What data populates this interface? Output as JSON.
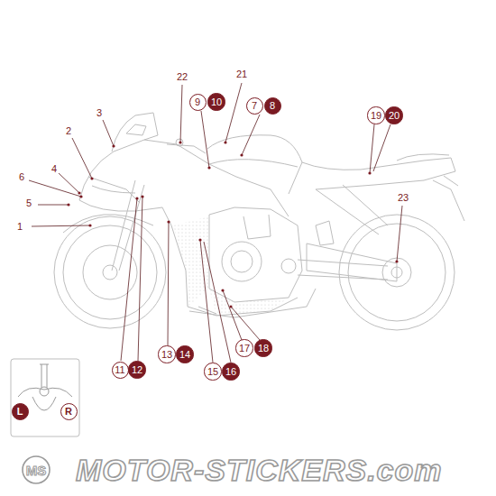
{
  "diagram": {
    "nodes": [
      {
        "text": [
          "9"
        ]
      },
      {
        "text": [
          "10"
        ]
      },
      {
        "text": [
          "7"
        ]
      },
      {
        "text": [
          "8"
        ]
      },
      {
        "text": [
          "19"
        ]
      },
      {
        "text": [
          "20"
        ]
      },
      {
        "text": [
          "11"
        ]
      },
      {
        "text": [
          "12"
        ]
      },
      {
        "text": [
          "13"
        ]
      },
      {
        "text": [
          "14"
        ]
      },
      {
        "text": [
          "15"
        ]
      },
      {
        "text": [
          "16"
        ]
      },
      {
        "text": [
          "17"
        ]
      },
      {
        "text": [
          "18"
        ]
      },
      {
        "text": [
          "L"
        ]
      },
      {
        "text": [
          "R"
        ]
      }
    ],
    "labels": [
      "22",
      "21",
      "3",
      "2",
      "6",
      "4",
      "5",
      "1",
      "23",
      "MS",
      "MOTOR-STICKERS.com"
    ]
  }
}
